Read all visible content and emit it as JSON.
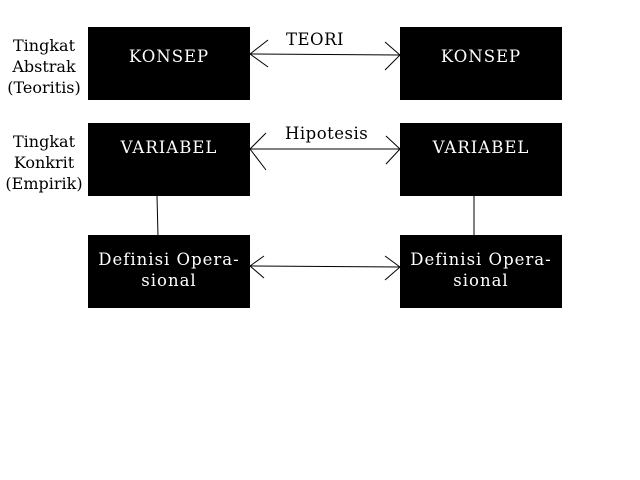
{
  "levels": {
    "abstract": [
      "Tingkat",
      "Abstrak",
      "(Teoritis)"
    ],
    "concrete": [
      "Tingkat",
      "Konkrit",
      "(Empirik)"
    ]
  },
  "left": {
    "concept": "KONSEP",
    "variable": "VARIABEL",
    "definition": [
      "Definisi Opera-",
      "sional"
    ]
  },
  "right": {
    "concept": "KONSEP",
    "variable": "VARIABEL",
    "definition": [
      "Definisi Opera-",
      "sional"
    ]
  },
  "relations": {
    "theory": "TEORI",
    "hypothesis": "Hipotesis"
  }
}
